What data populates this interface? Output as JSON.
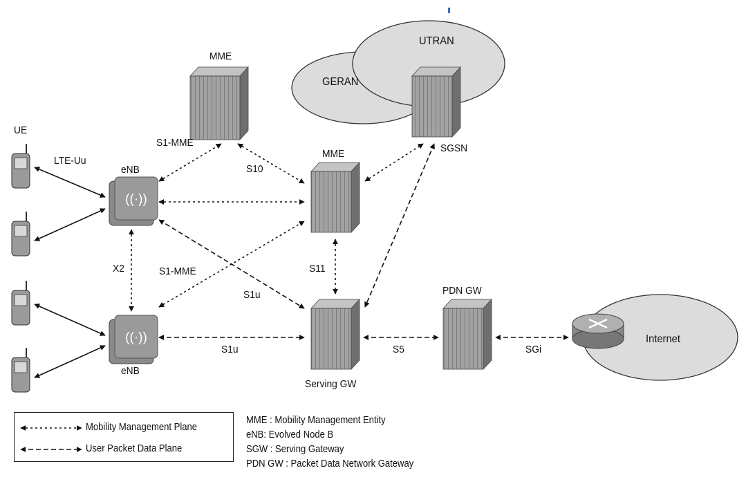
{
  "clouds": {
    "geran": "GERAN",
    "utran": "UTRAN",
    "internet": "Internet"
  },
  "nodes": {
    "ue": "UE",
    "enb_top": "eNB",
    "enb_bottom": "eNB",
    "mme_top": "MME",
    "mme_mid": "MME",
    "sgsn": "SGSN",
    "serving_gw": "Serving GW",
    "pdn_gw": "PDN GW"
  },
  "interfaces": {
    "lte_uu": "LTE-Uu",
    "s1_mme_top": "S1-MME",
    "s1_mme_mid": "S1-MME",
    "s10": "S10",
    "x2": "X2",
    "s11": "S11",
    "s1u_diag": "S1u",
    "s1u_bottom": "S1u",
    "s5": "S5",
    "sgi": "SGi"
  },
  "legend": {
    "mobility": "Mobility Management Plane",
    "user_data": "User Packet Data Plane"
  },
  "definitions": [
    "MME : Mobility Management Entity",
    "eNB: Evolved Node B",
    "SGW : Serving Gateway",
    "PDN GW : Packet Data Network Gateway"
  ],
  "colors": {
    "cloud_fill": "#dcdcdc",
    "server_front": "#9e9e9e",
    "server_side": "#6f6f6f",
    "server_top": "#c4c4c4",
    "enb_fill": "#8a8a8a",
    "line": "#111111"
  }
}
